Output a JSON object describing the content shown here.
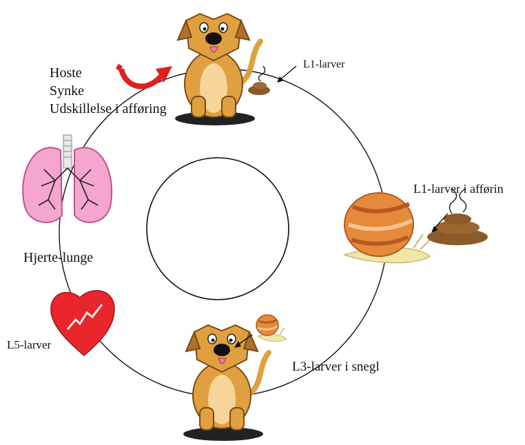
{
  "labels": {
    "l1_larver": "L1-larver",
    "hoste": "Hoste",
    "synke": "Synke",
    "udskillelse": "Udskillelse i afføring",
    "l1_i_afforing": "L1-larver i afførin",
    "hjerte_lunge": "Hjerte-lunge",
    "l5_larver": "L5-larver",
    "l3_i_snegl": "L3-larver i snegl"
  },
  "colors": {
    "dog_fur": "#e0a040",
    "dog_dark": "#7a4a14",
    "dog_belly": "#f6d49a",
    "snail_shell": "#e58a3a",
    "snail_stripe": "#b45a1c",
    "snail_body": "#f0e6a8",
    "feces": "#8a5a2a",
    "lung_pink": "#f4a6cf",
    "lung_edge": "#c2508a",
    "heart_red": "#e8262b",
    "arrow_red": "#e02020"
  },
  "icons": [
    "dog-icon",
    "snail-icon",
    "lungs-icon",
    "heart-icon",
    "feces-icon",
    "curved-arrow-icon"
  ]
}
